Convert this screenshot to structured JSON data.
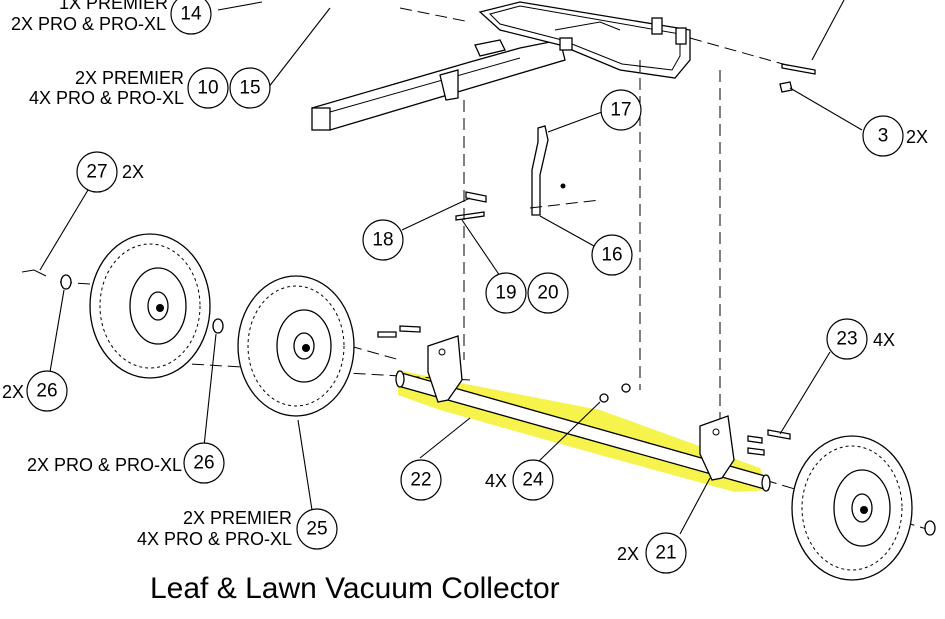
{
  "caption": "Leaf & Lawn Vacuum Collector",
  "highlight_color": "#f5f23a",
  "callouts": [
    {
      "id": "c14",
      "number": "14"
    },
    {
      "id": "c10",
      "number": "10"
    },
    {
      "id": "c15",
      "number": "15"
    },
    {
      "id": "c3",
      "number": "3"
    },
    {
      "id": "c17",
      "number": "17"
    },
    {
      "id": "c27",
      "number": "27"
    },
    {
      "id": "c18",
      "number": "18"
    },
    {
      "id": "c16",
      "number": "16"
    },
    {
      "id": "c19",
      "number": "19"
    },
    {
      "id": "c20",
      "number": "20"
    },
    {
      "id": "c23",
      "number": "23"
    },
    {
      "id": "c26a",
      "number": "26"
    },
    {
      "id": "c26b",
      "number": "26"
    },
    {
      "id": "c22",
      "number": "22"
    },
    {
      "id": "c24",
      "number": "24"
    },
    {
      "id": "c25",
      "number": "25"
    },
    {
      "id": "c21",
      "number": "21"
    }
  ],
  "notes": {
    "n14_line1": "1X PREMIER",
    "n14_line2": "2X PRO & PRO-XL",
    "n10_line1": "2X PREMIER",
    "n10_line2": "4X PRO & PRO-XL",
    "n3": "2X",
    "n27": "2X",
    "n23": "4X",
    "n26a": "2X",
    "n26b": "2X PRO & PRO-XL",
    "n24": "4X",
    "n25_line1": "2X PREMIER",
    "n25_line2": "4X PRO & PRO-XL",
    "n21": "2X"
  }
}
